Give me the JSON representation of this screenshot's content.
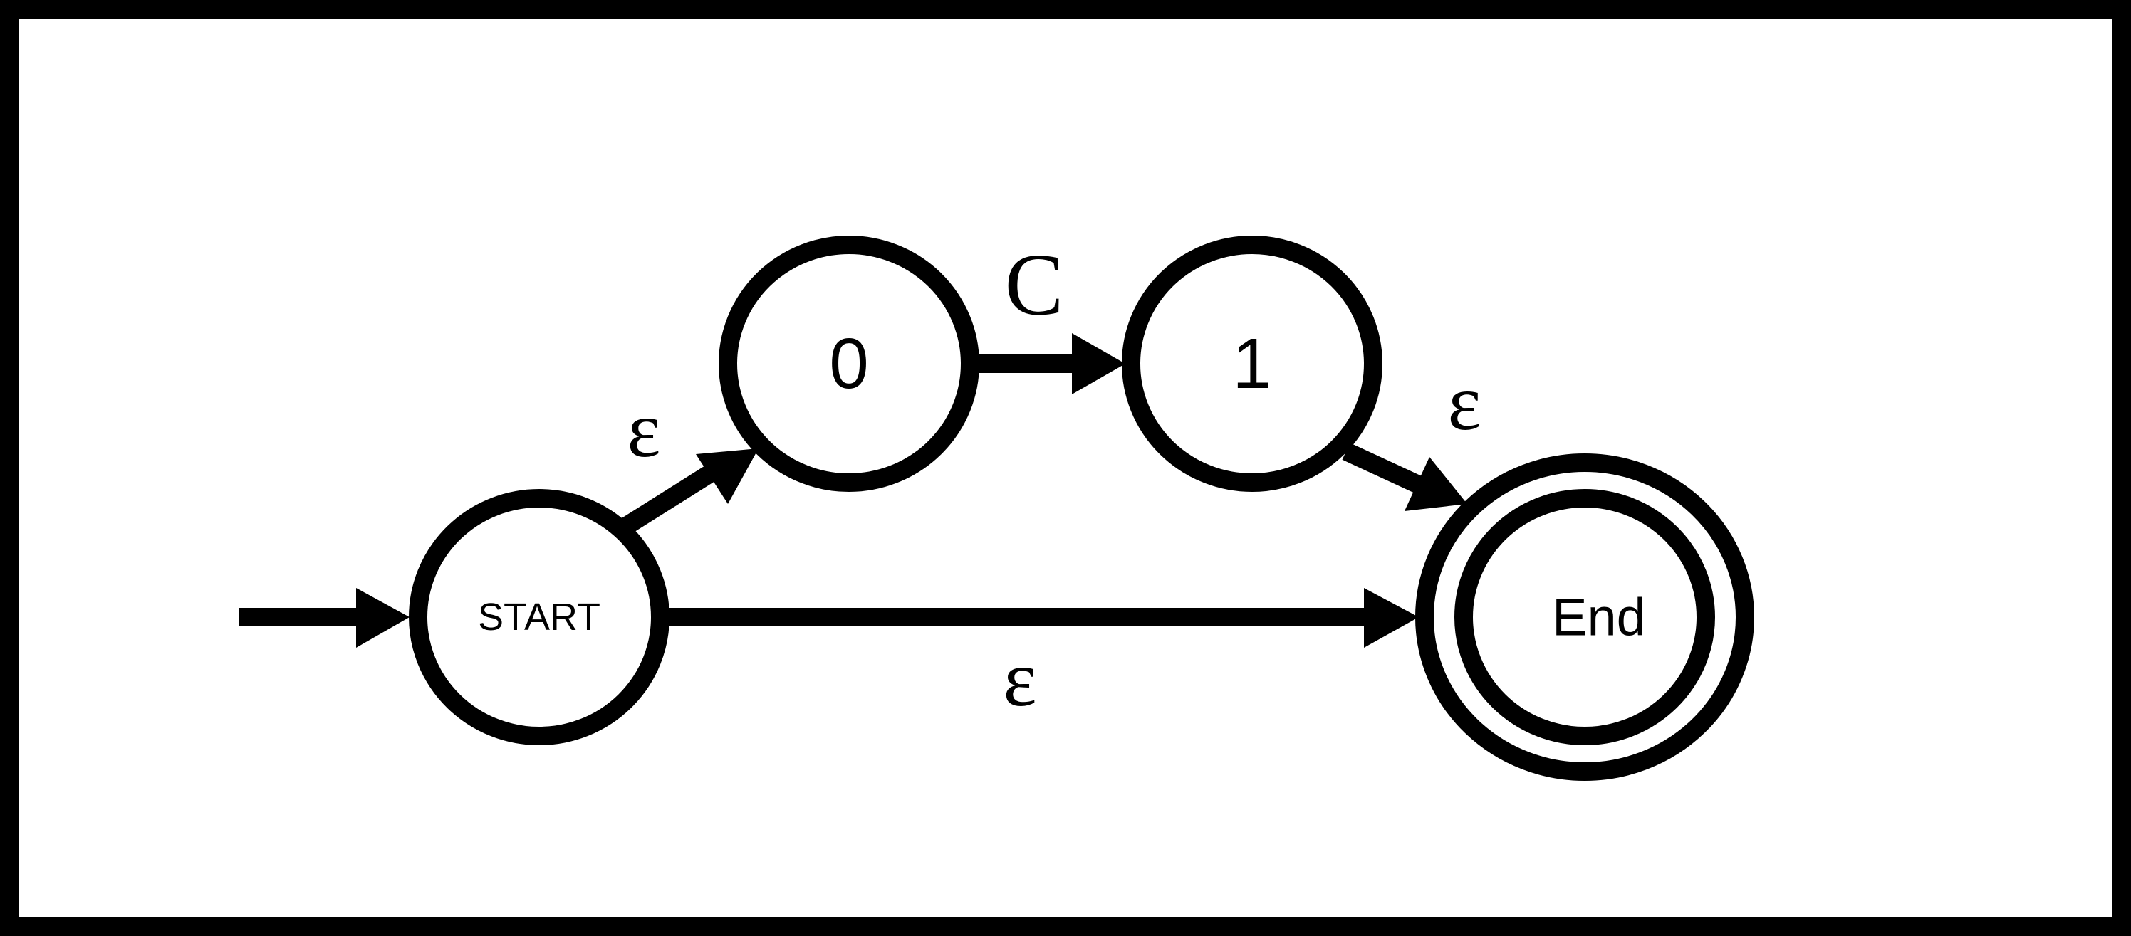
{
  "diagram": {
    "states": {
      "start": {
        "label": "START",
        "initial": true,
        "accepting": false
      },
      "s0": {
        "label": "0",
        "initial": false,
        "accepting": false
      },
      "s1": {
        "label": "1",
        "initial": false,
        "accepting": false
      },
      "end": {
        "label": "End",
        "initial": false,
        "accepting": true
      }
    },
    "transitions": {
      "start_to_s0": {
        "from": "START",
        "to": "0",
        "label": "ε"
      },
      "s0_to_s1": {
        "from": "0",
        "to": "1",
        "label": "C"
      },
      "s1_to_end": {
        "from": "1",
        "to": "End",
        "label": "ε"
      },
      "start_to_end": {
        "from": "START",
        "to": "End",
        "label": "ε"
      }
    }
  }
}
